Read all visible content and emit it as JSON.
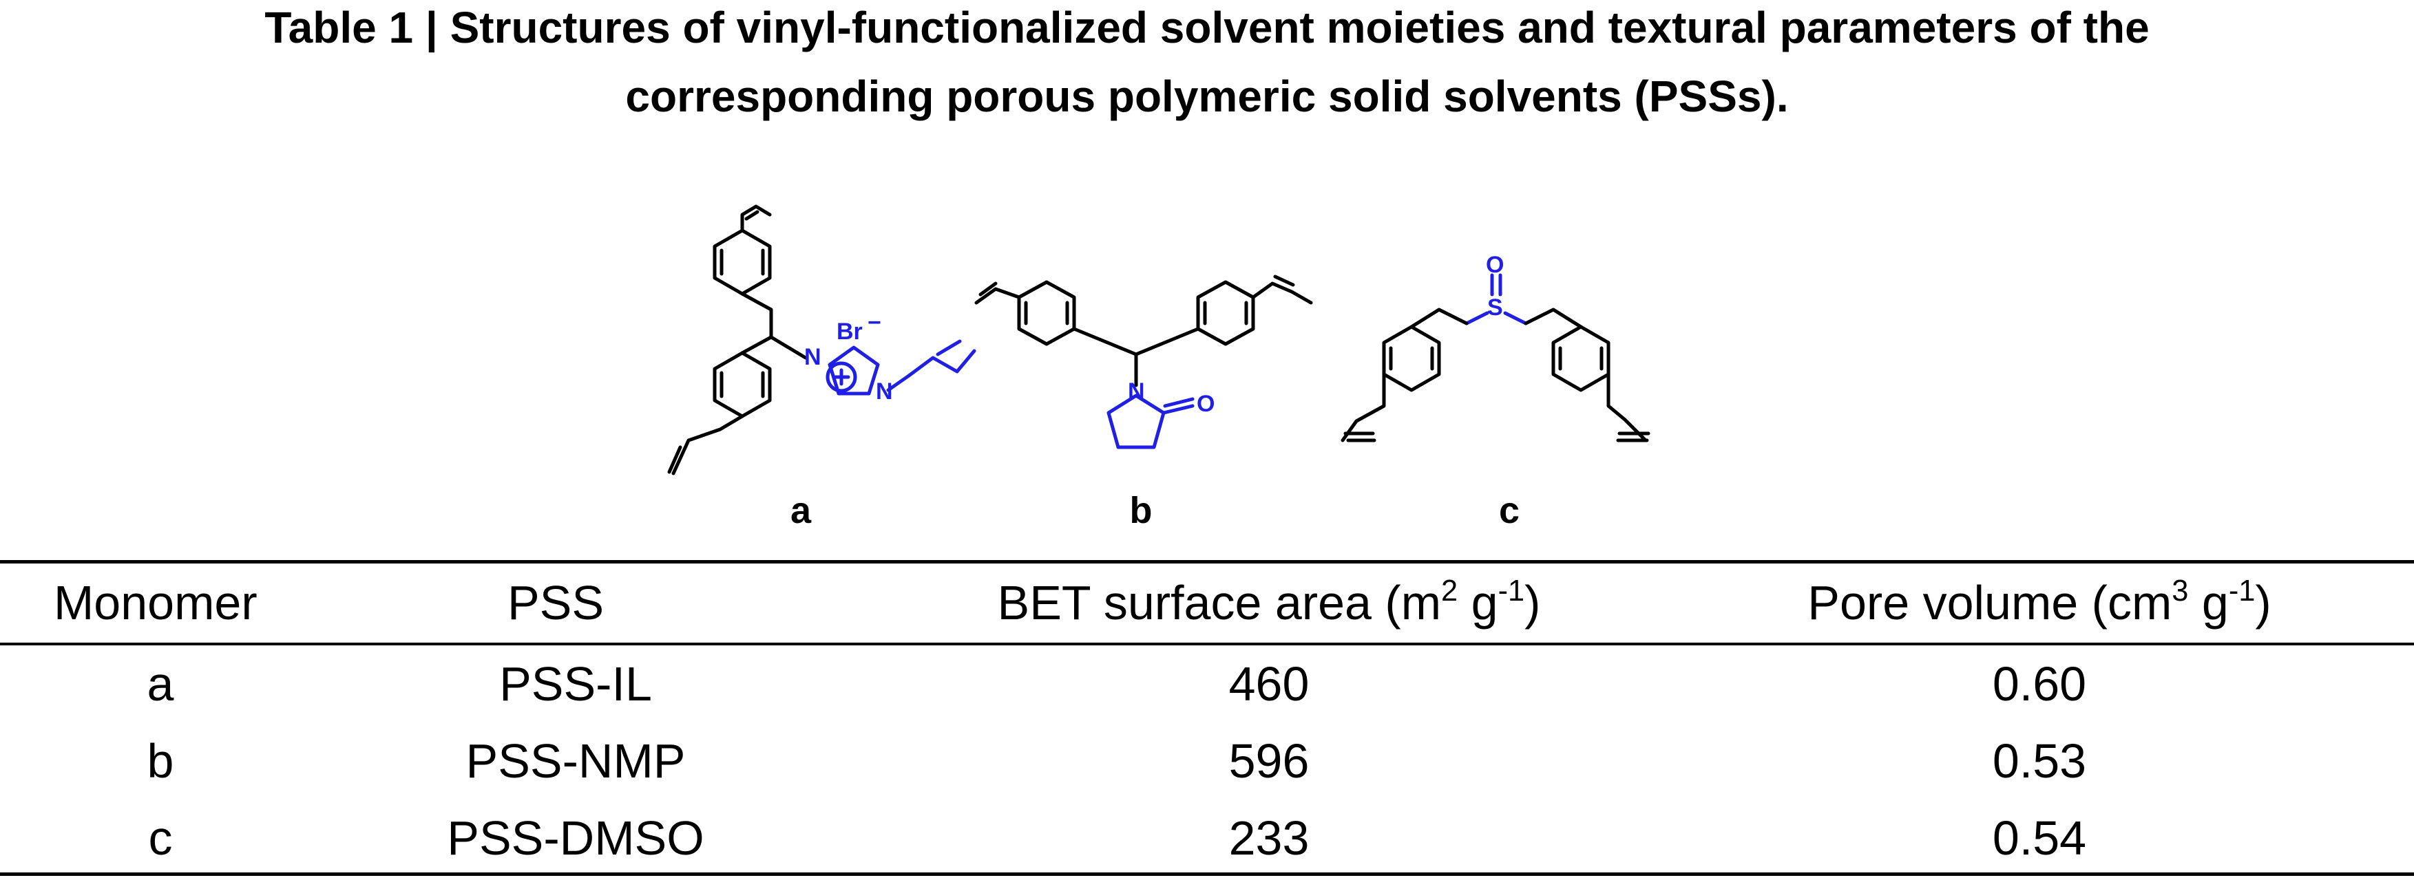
{
  "title": {
    "line1": "Table 1 | Structures of vinyl-functionalized solvent moieties and textural parameters of the",
    "line2": "corresponding porous polymeric solid solvents (PSSs)."
  },
  "scheme": {
    "labels": [
      "a",
      "b",
      "c"
    ],
    "atoms": {
      "counterion": "Br",
      "charge": "−",
      "n": "N",
      "o": "O",
      "s": "S"
    },
    "highlight_color": "#1f1fe6",
    "bond_color": "#000000"
  },
  "table": {
    "headers": {
      "monomer": "Monomer",
      "pss": "PSS",
      "bet_pre": "BET surface area (m",
      "bet_sup1": "2",
      "bet_mid": " g",
      "bet_sup2": "-1",
      "bet_post": ")",
      "pore_pre": "Pore volume (cm",
      "pore_sup1": "3",
      "pore_mid": " g",
      "pore_sup2": "-1",
      "pore_post": ")"
    },
    "rows": [
      {
        "monomer": "a",
        "pss": "PSS-IL",
        "bet": "460",
        "pore": "0.60"
      },
      {
        "monomer": "b",
        "pss": "PSS-NMP",
        "bet": "596",
        "pore": "0.53"
      },
      {
        "monomer": "c",
        "pss": "PSS-DMSO",
        "bet": "233",
        "pore": "0.54"
      }
    ]
  }
}
